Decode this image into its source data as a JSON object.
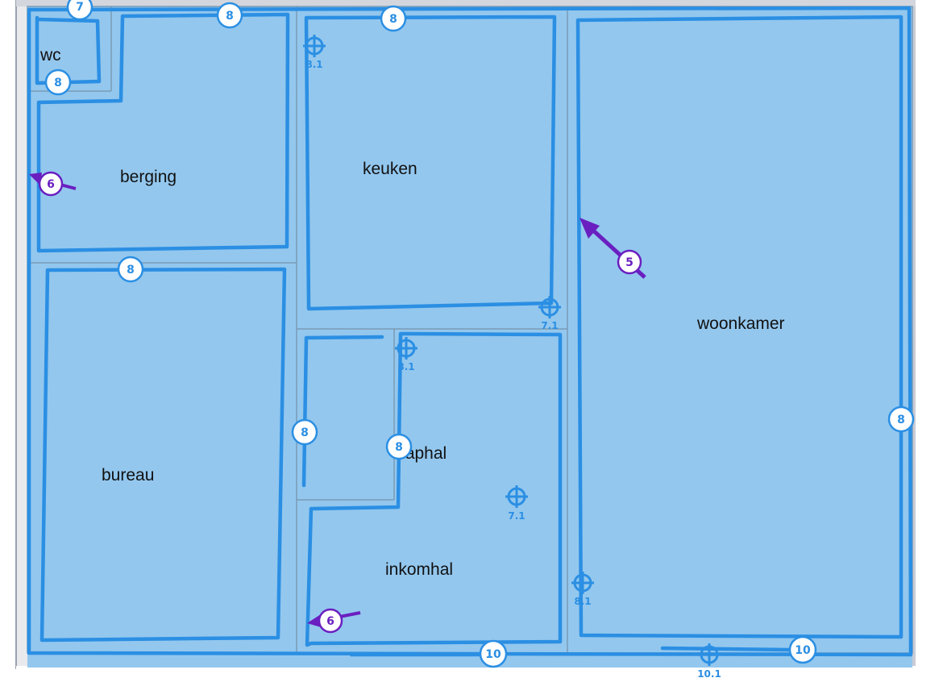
{
  "colors": {
    "room_fill": "#93c7ee",
    "line": "#2b8fe3",
    "thin_line": "#7a9bb5",
    "purple": "#6a1fc0",
    "page_bg": "#ffffff",
    "edge_gray": "#c9ccd6"
  },
  "rooms": {
    "wc": "wc",
    "berging": "berging",
    "keuken": "keuken",
    "woonkamer": "woonkamer",
    "bureau": "bureau",
    "traphal": "traphal",
    "inkomhal": "inkomhal"
  },
  "badges": {
    "top_left": "7",
    "top_berging": "8",
    "wc": "8",
    "top_keuken": "8",
    "bureau_top": "8",
    "stair_left": "8",
    "stair_mid": "8",
    "woonkamer_right": "8",
    "bottom_mid": "10",
    "bottom_right": "10"
  },
  "arrows": {
    "berging": "6",
    "woonkamer": "5",
    "inkomhal": "6"
  },
  "targets": {
    "keuken_top": "8.1",
    "keuken_bottom": "7.1",
    "hall_top": "8.1",
    "hall_mid": "7.1",
    "woon_bottom_left": "8.1",
    "bottom_right": "10.1"
  }
}
